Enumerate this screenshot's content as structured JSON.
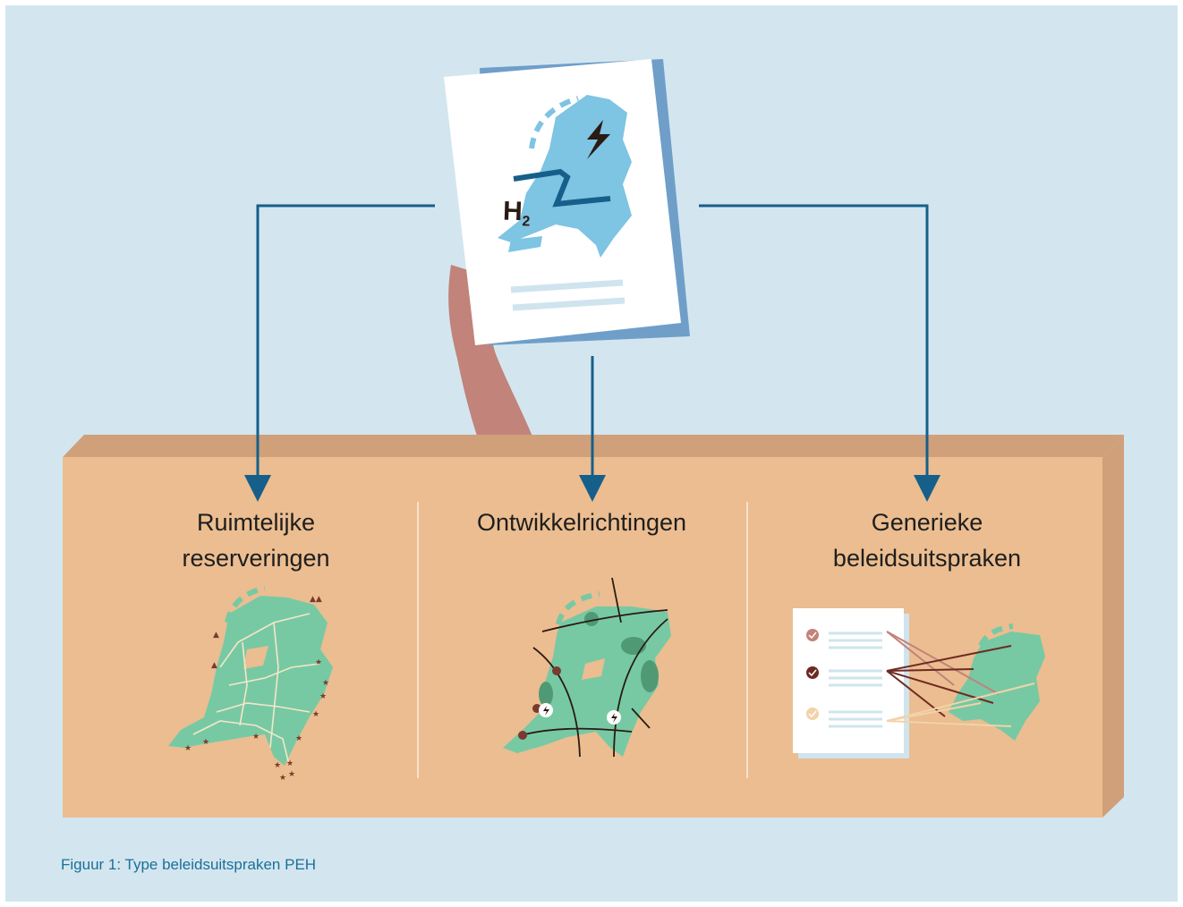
{
  "document": {
    "subscript_label": "H",
    "subscript_digit": "2"
  },
  "columns": [
    {
      "title_line1": "Ruimtelijke",
      "title_line2": "reserveringen"
    },
    {
      "title_line1": "Ontwikkelrichtingen",
      "title_line2": ""
    },
    {
      "title_line1": "Generieke",
      "title_line2": "beleidsuitspraken"
    }
  ],
  "caption": "Figuur 1: Type beleidsuitspraken PEH",
  "colors": {
    "background": "#d3e6ef",
    "box_front": "#ebbd90",
    "box_top": "#cfa07a",
    "arrow": "#165f8a",
    "map_light": "#7ec4e3",
    "map_green": "#77c9a4",
    "hand": "#c1837a",
    "caption": "#1b6f9a"
  }
}
